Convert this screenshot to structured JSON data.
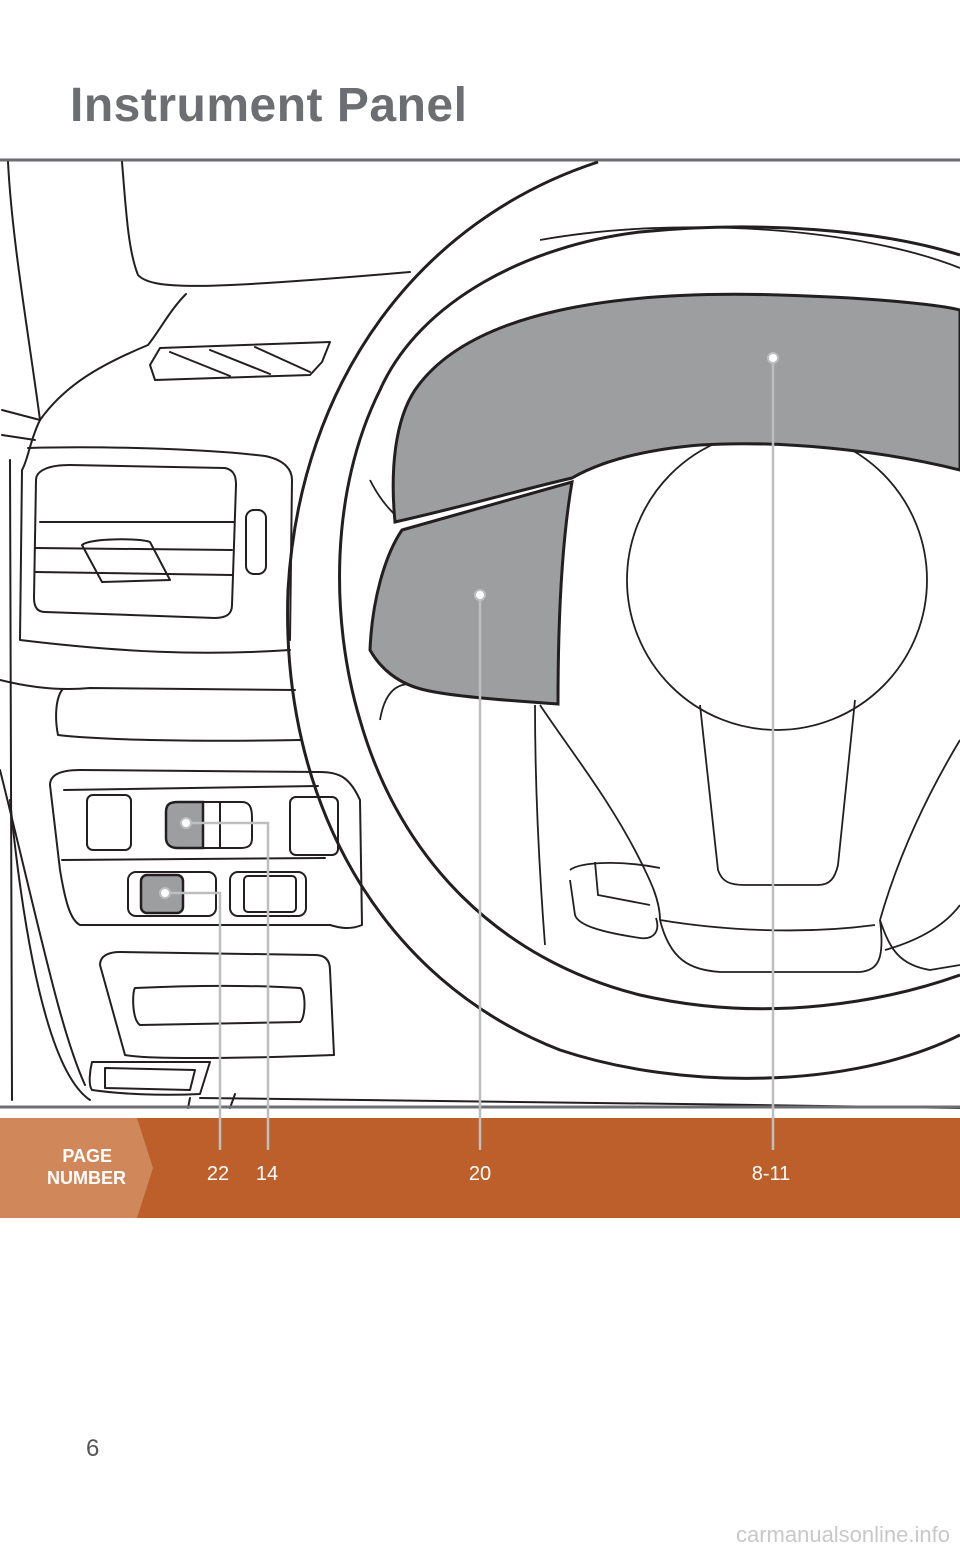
{
  "title": "Instrument Panel",
  "band": {
    "label_line1": "PAGE",
    "label_line2": "NUMBER",
    "colors": {
      "label_bg": "#d0875a",
      "main_bg": "#bd5f2a"
    }
  },
  "callouts": [
    {
      "page": "22",
      "target": "switch-lower-left"
    },
    {
      "page": "14",
      "target": "switch-upper"
    },
    {
      "page": "20",
      "target": "steering-wheel-left-spoke"
    },
    {
      "page": "8-11",
      "target": "instrument-cluster"
    }
  ],
  "footer": {
    "page_number": "6"
  },
  "watermark": "carmanualsonline.info",
  "colors": {
    "highlight": "#9d9ea0",
    "line": "#231f20",
    "leader": "#bcbec0",
    "title": "#6d6e71"
  }
}
